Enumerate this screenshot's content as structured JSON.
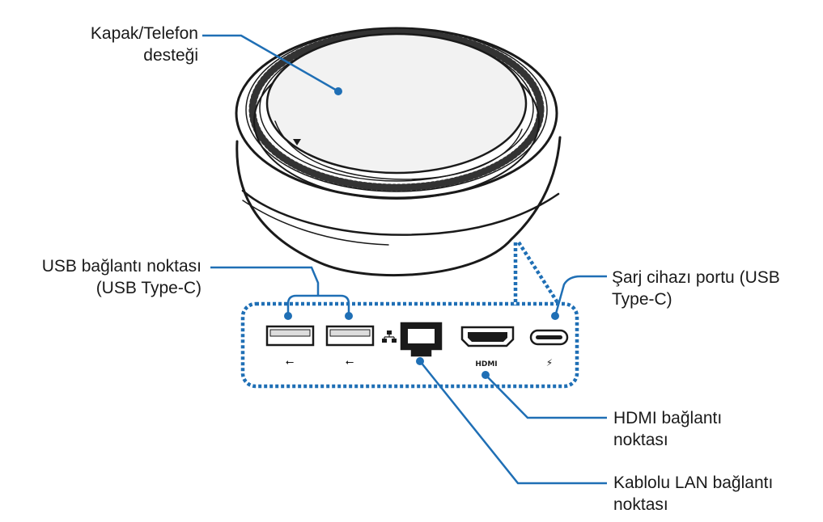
{
  "labels": {
    "cover": {
      "line1": "Kapak/Telefon",
      "line2": "desteği"
    },
    "usb": {
      "line1": "USB bağlantı noktası",
      "line2": "(USB Type-C)"
    },
    "charger": {
      "line1": "Şarj cihazı portu (USB",
      "line2": "Type-C)"
    },
    "hdmi": {
      "line1": "HDMI bağlantı",
      "line2": "noktası"
    },
    "lan": {
      "line1": "Kablolu LAN bağlantı",
      "line2": "noktası"
    }
  },
  "port_marks": {
    "hdmi": "HDMI"
  },
  "colors": {
    "leader_line": "#1f6fb5",
    "dotted_outline": "#1f6fb5",
    "device_outline": "#1a1a1a",
    "text": "#1a1a1a"
  }
}
